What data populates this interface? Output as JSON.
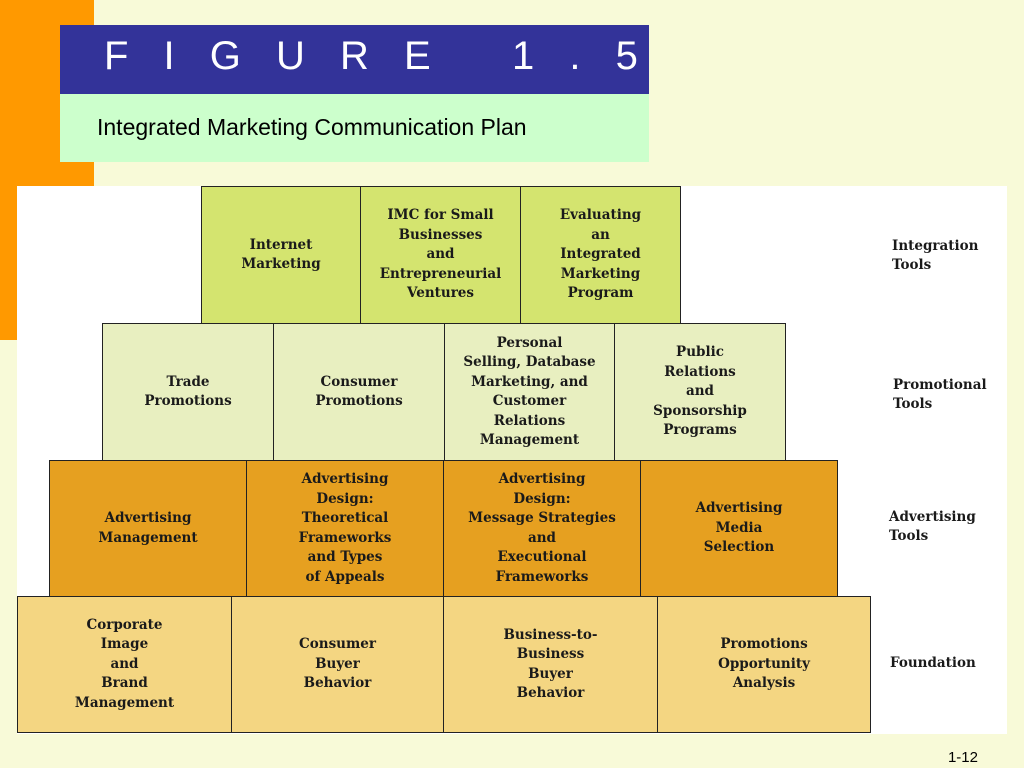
{
  "slide": {
    "figure_title": "F I G U R E   1 . 5",
    "subtitle": "Integrated Marketing Communication Plan",
    "page_number": "1-12"
  },
  "diagram": {
    "integration": {
      "label": "Integration\nTools",
      "cells": [
        "Internet\nMarketing",
        "IMC for Small\nBusinesses\nand\nEntrepreneurial\nVentures",
        "Evaluating\nan\nIntegrated\nMarketing\nProgram"
      ]
    },
    "promotional": {
      "label": "Promotional\nTools",
      "cells": [
        "Trade\nPromotions",
        "Consumer\nPromotions",
        "Personal\nSelling, Database\nMarketing, and\nCustomer\nRelations\nManagement",
        "Public\nRelations\nand\nSponsorship\nPrograms"
      ]
    },
    "advertising": {
      "label": "Advertising\nTools",
      "cells": [
        "Advertising\nManagement",
        "Advertising\nDesign:\nTheoretical\nFrameworks\nand Types\nof Appeals",
        "Advertising\nDesign:\nMessage Strategies\nand\nExecutional\nFrameworks",
        "Advertising\nMedia\nSelection"
      ]
    },
    "foundation": {
      "label": "Foundation",
      "cells": [
        "Corporate\nImage\nand\nBrand\nManagement",
        "Consumer\nBuyer\nBehavior",
        "Business-to-\nBusiness\nBuyer\nBehavior",
        "Promotions\nOpportunity\nAnalysis"
      ]
    }
  },
  "colors": {
    "title_background": "#333399",
    "subtitle_background": "#ccffcc",
    "accent_bar": "#ff9900",
    "integration_fill": "#d4e46f",
    "promotional_fill": "#e8efc0",
    "advertising_fill": "#e6a020",
    "foundation_fill": "#f4d682"
  }
}
